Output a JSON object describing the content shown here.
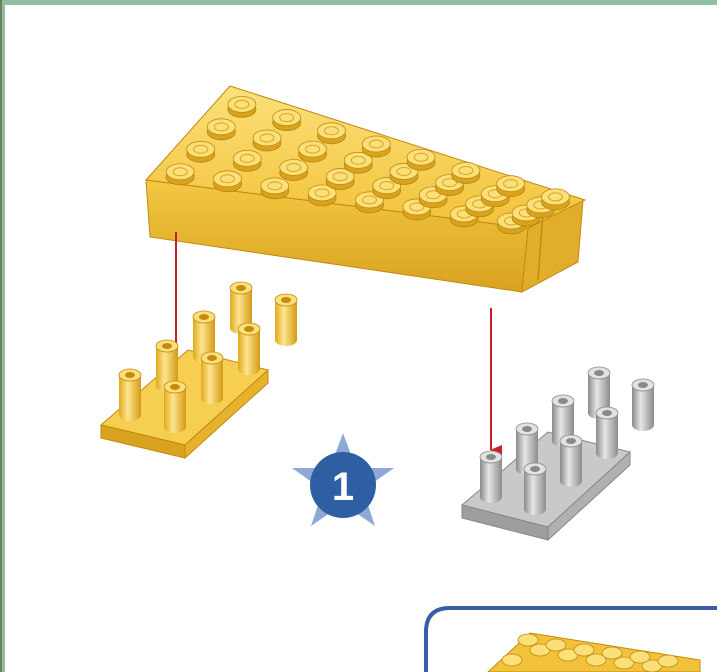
{
  "step": {
    "number": "1"
  },
  "colors": {
    "brick_yellow": "#f2c23a",
    "brick_yellow_dark": "#d8a11e",
    "brick_yellow_light": "#fbe07a",
    "peg_gray": "#b4b4b4",
    "peg_gray_dark": "#8a8a8a",
    "arrow_red": "#c8202a",
    "badge_blue": "#2f5fa3",
    "star_blue": "#8ea9d6",
    "inset_border": "#3a5ea6",
    "frame_green": "#8ebf9f"
  },
  "diagram": {
    "parts": [
      "large-yellow-brick",
      "small-yellow-peg-plate",
      "small-gray-peg-plate"
    ],
    "arrows": [
      "arrow-to-yellow-plate",
      "arrow-to-gray-plate"
    ]
  }
}
